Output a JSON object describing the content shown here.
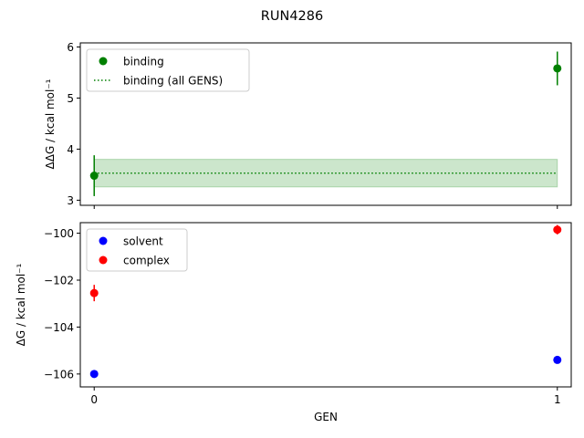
{
  "title": "RUN4286",
  "chart_data": [
    {
      "type": "scatter",
      "ylabel": "ΔΔG / kcal mol⁻¹",
      "xlabel": "",
      "xlim": [
        -0.03,
        1.03
      ],
      "ylim": [
        2.9,
        6.08
      ],
      "x_ticks": [
        0,
        1
      ],
      "x_tick_labels": [],
      "y_ticks": [
        3,
        4,
        5,
        6
      ],
      "grid": false,
      "legend": {
        "placement": "top-left",
        "entries": [
          "binding",
          "binding (all GENS)"
        ]
      },
      "series": [
        {
          "name": "binding",
          "kind": "errorbar",
          "color": "#008000",
          "points": [
            {
              "x": 0,
              "y": 3.48,
              "err": 0.4
            },
            {
              "x": 1,
              "y": 5.58,
              "err": 0.33
            }
          ]
        },
        {
          "name": "binding (all GENS)",
          "kind": "hline-band",
          "color": "#008000",
          "y": 3.53,
          "band": [
            3.26,
            3.8
          ],
          "x_range": [
            0,
            1
          ]
        }
      ]
    },
    {
      "type": "scatter",
      "ylabel": "ΔG / kcal mol⁻¹",
      "xlabel": "GEN",
      "xlim": [
        -0.03,
        1.03
      ],
      "ylim": [
        -106.55,
        -99.55
      ],
      "x_ticks": [
        0,
        1
      ],
      "x_tick_labels": [
        "0",
        "1"
      ],
      "y_ticks": [
        -106,
        -104,
        -102,
        -100
      ],
      "y_tick_labels": [
        "−106",
        "−104",
        "−102",
        "−100"
      ],
      "grid": false,
      "legend": {
        "placement": "top-left",
        "entries": [
          "solvent",
          "complex"
        ]
      },
      "series": [
        {
          "name": "solvent",
          "kind": "errorbar",
          "color": "#0000ff",
          "points": [
            {
              "x": 0,
              "y": -106.0,
              "err": 0.08
            },
            {
              "x": 1,
              "y": -105.4,
              "err": 0.08
            }
          ]
        },
        {
          "name": "complex",
          "kind": "errorbar",
          "color": "#ff0000",
          "points": [
            {
              "x": 0,
              "y": -102.55,
              "err": 0.35
            },
            {
              "x": 1,
              "y": -99.85,
              "err": 0.2
            }
          ]
        }
      ]
    }
  ]
}
